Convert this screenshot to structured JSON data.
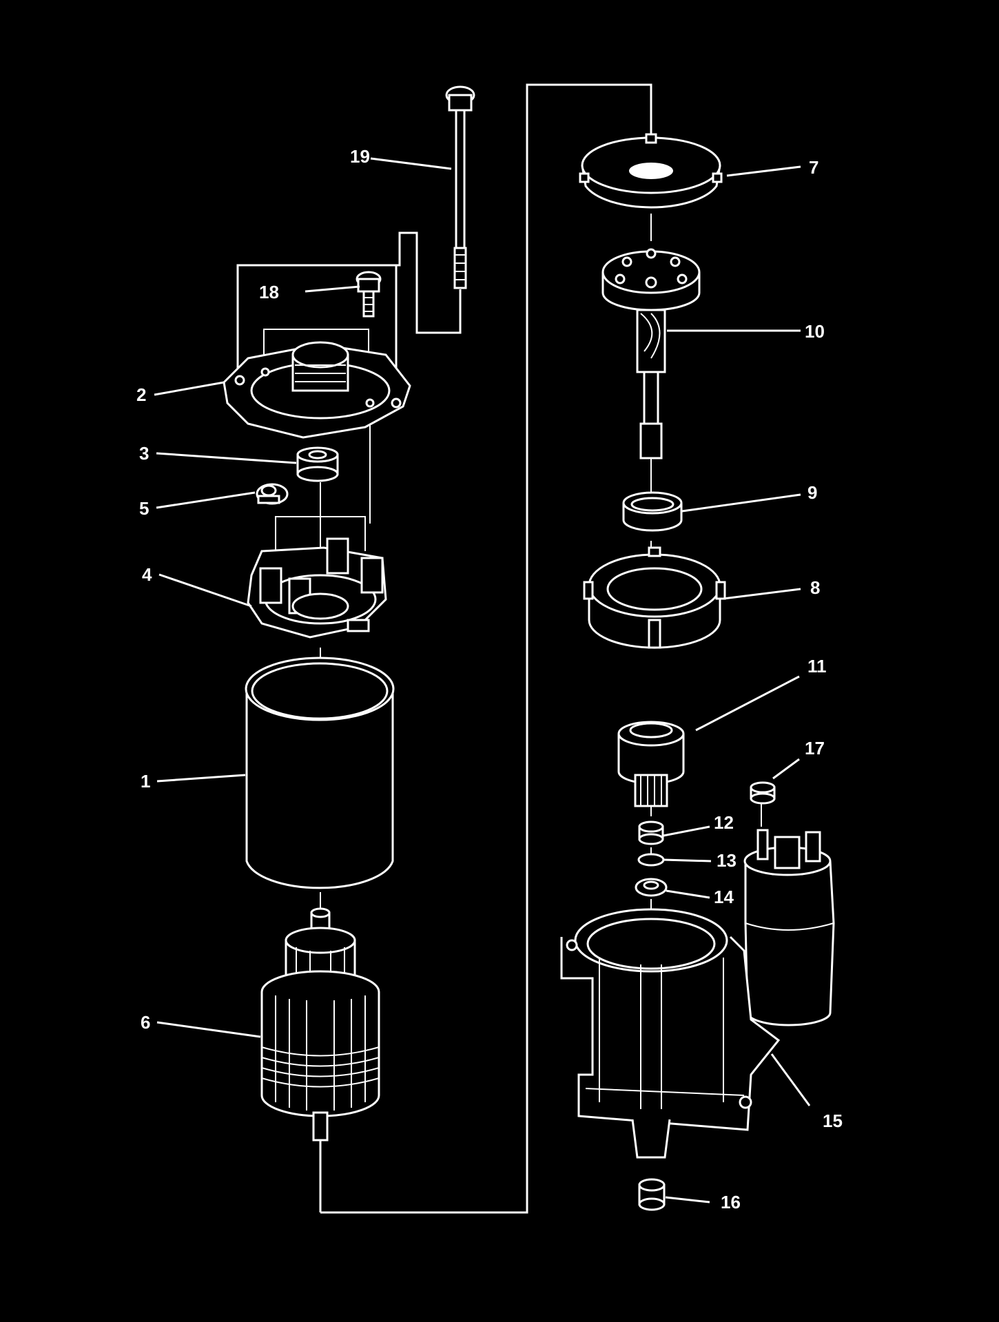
{
  "diagram": {
    "callouts": [
      {
        "id": "1",
        "label": "1"
      },
      {
        "id": "2",
        "label": "2"
      },
      {
        "id": "3",
        "label": "3"
      },
      {
        "id": "4",
        "label": "4"
      },
      {
        "id": "5",
        "label": "5"
      },
      {
        "id": "6",
        "label": "6"
      },
      {
        "id": "7",
        "label": "7"
      },
      {
        "id": "8",
        "label": "8"
      },
      {
        "id": "9",
        "label": "9"
      },
      {
        "id": "10",
        "label": "10"
      },
      {
        "id": "11",
        "label": "11"
      },
      {
        "id": "12",
        "label": "12"
      },
      {
        "id": "13",
        "label": "13"
      },
      {
        "id": "14",
        "label": "14"
      },
      {
        "id": "15",
        "label": "15"
      },
      {
        "id": "16",
        "label": "16"
      },
      {
        "id": "17",
        "label": "17"
      },
      {
        "id": "18",
        "label": "18"
      },
      {
        "id": "19",
        "label": "19"
      }
    ],
    "colors": {
      "background": "#000000",
      "line": "#ffffff"
    }
  }
}
